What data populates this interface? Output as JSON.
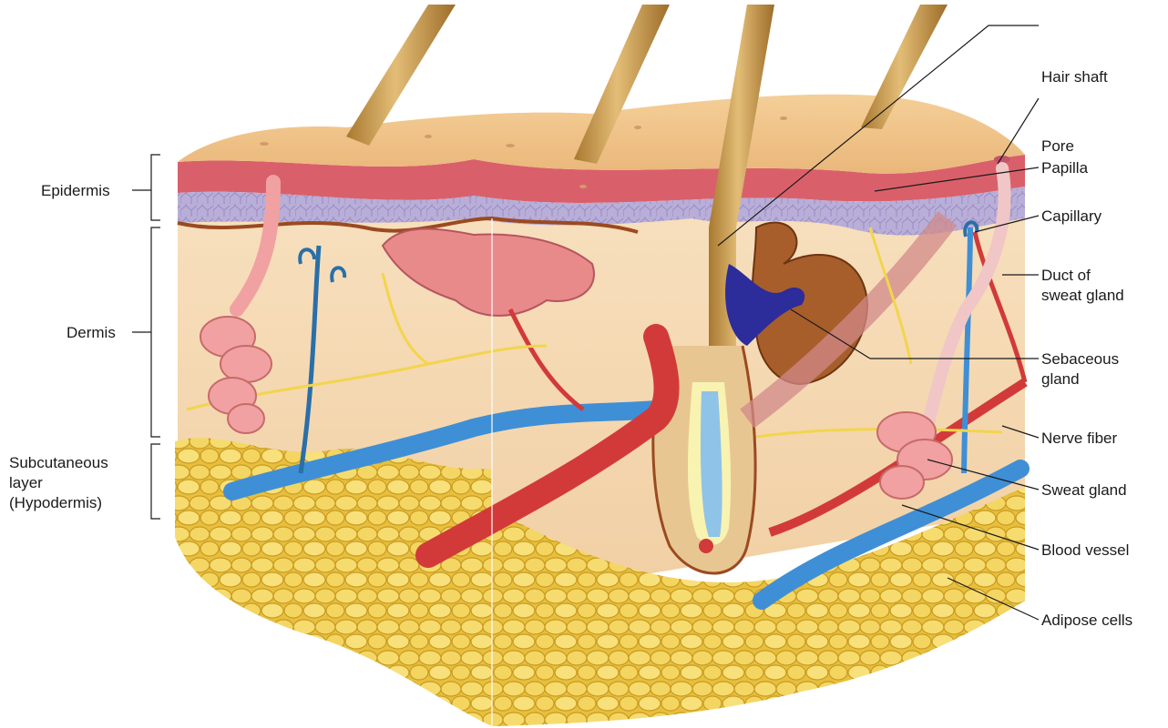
{
  "diagram": {
    "layer_labels": {
      "epidermis": "Epidermis",
      "dermis": "Dermis",
      "subcutaneous_line1": "Subcutaneous",
      "subcutaneous_line2": "layer",
      "subcutaneous_line3": "(Hypodermis)"
    },
    "structure_labels": {
      "hair_shaft": "Hair shaft",
      "pore": "Pore",
      "papilla": "Papilla",
      "capillary": "Capillary",
      "duct_line1": "Duct of",
      "duct_line2": "sweat gland",
      "sebaceous_line1": "Sebaceous",
      "sebaceous_line2": "gland",
      "nerve_fiber": "Nerve fiber",
      "sweat_gland": "Sweat gland",
      "blood_vessel": "Blood vessel",
      "adipose_cells": "Adipose cells"
    },
    "colors": {
      "epidermis_surface": "#f2c98e",
      "stratum_red": "#d9606a",
      "stratum_purple": "#b8aed8",
      "dermis": "#f6dcb6",
      "hair": "#c99a4e",
      "artery": "#d23a3a",
      "vein": "#3f8fd6",
      "nerve": "#f2d54c",
      "sebaceous": "#a85e2a",
      "sweat_gland": "#f1a1a1",
      "adipose": "#f3d560"
    }
  }
}
